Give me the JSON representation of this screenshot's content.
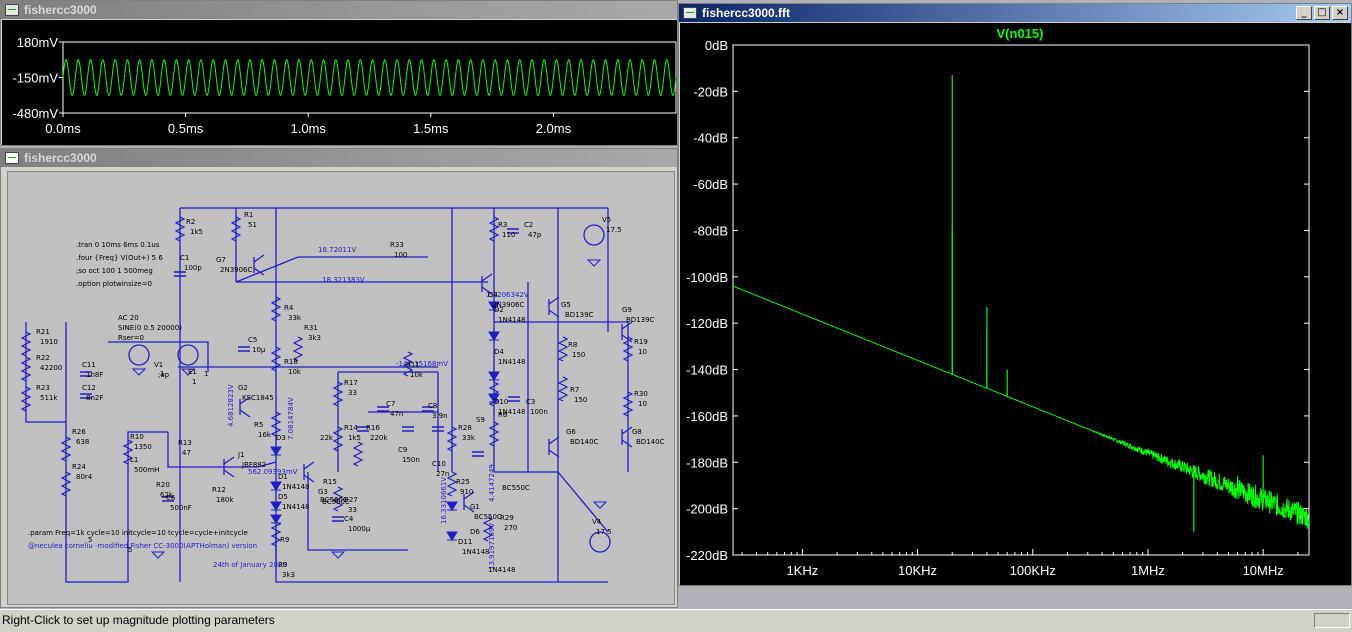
{
  "windows": {
    "waveform": {
      "title": "fishercc3000"
    },
    "schematic": {
      "title": "fishercc3000"
    },
    "fft": {
      "title": "fishercc3000.fft",
      "trace_label": "V(n015)"
    }
  },
  "waveform_axes": {
    "y_ticks": [
      "180mV",
      "-150mV",
      "-480mV"
    ],
    "x_ticks": [
      "0.0ms",
      "0.5ms",
      "1.0ms",
      "1.5ms",
      "2.0ms"
    ]
  },
  "fft_axes": {
    "y_ticks": [
      "0dB",
      "-20dB",
      "-40dB",
      "-60dB",
      "-80dB",
      "-100dB",
      "-120dB",
      "-140dB",
      "-160dB",
      "-180dB",
      "-200dB",
      "-220dB"
    ],
    "x_ticks": [
      "1KHz",
      "10KHz",
      "100KHz",
      "1MHz",
      "10MHz"
    ]
  },
  "chart_data": [
    {
      "type": "line",
      "series": [
        {
          "name": "",
          "frequency_hz": 20000,
          "amplitude_mv": 165,
          "offset_mv": -150
        }
      ],
      "x_range_ms": [
        0,
        2.5
      ],
      "ylim_mv": [
        -480,
        180
      ],
      "grid": false,
      "color": "#00ff00"
    },
    {
      "type": "line",
      "title": "V(n015)",
      "x_scale": "log",
      "x_range_hz": [
        250,
        25000000
      ],
      "ylim_db": [
        -220,
        0
      ],
      "noise_floor_db": [
        {
          "f": 250,
          "db": -104
        },
        {
          "f": 25000000,
          "db": -204
        }
      ],
      "peaks": [
        {
          "f": 20000,
          "db": -13
        },
        {
          "f": 20000,
          "db": -80
        },
        {
          "f": 40000,
          "db": -113
        },
        {
          "f": 40000,
          "db": -122
        },
        {
          "f": 60000,
          "db": -140
        },
        {
          "f": 2500000,
          "db": -210
        },
        {
          "f": 6000000,
          "db": -186
        },
        {
          "f": 10000000,
          "db": -177
        }
      ],
      "grid": false,
      "color": "#00ff00"
    }
  ],
  "schematic": {
    "directives": [
      ".tran 0 10ms 6ms 0.1us",
      ".four {Freq} V(Out+) 5 6",
      ";so oct 100 1 500meg",
      ".option plotwinsize=0"
    ],
    "param": ".param Freq=1k cycle=10 initcycle=10 tcycle=cycle+initcycle",
    "credit": "@neculea corneliu -modified Fisher CC-3000(APTHolman) version",
    "date": "24th of January 2020",
    "source": [
      "AC 20",
      "SINE(0 0.5 20000)",
      "Rser=0"
    ],
    "voltages": [
      "18.72011V",
      "18.321383V",
      "1.1206342V",
      "-141.15168mV",
      "4.6812823V",
      "7.0814784V",
      "562.09393mV",
      "16.3310661V",
      "4.4147249",
      "13.9197169V"
    ],
    "components": [
      {
        "ref": "R1",
        "val": "51"
      },
      {
        "ref": "R2",
        "val": "1k5"
      },
      {
        "ref": "C1",
        "val": "100p"
      },
      {
        "ref": "G7",
        "val": "2N3906C"
      },
      {
        "ref": "R33",
        "val": "100"
      },
      {
        "ref": "R3",
        "val": "110"
      },
      {
        "ref": "C2",
        "val": "47p"
      },
      {
        "ref": "V5",
        "val": "17.5"
      },
      {
        "ref": "R4",
        "val": "33k"
      },
      {
        "ref": "R21",
        "val": "1910"
      },
      {
        "ref": "R22",
        "val": "42200"
      },
      {
        "ref": "R23",
        "val": "511k"
      },
      {
        "ref": "C11",
        "val": "1n8F"
      },
      {
        "ref": "C12",
        "val": "8n2F"
      },
      {
        "ref": "C5",
        "val": "10µ"
      },
      {
        "ref": "R31",
        "val": "3k3"
      },
      {
        "ref": "R18",
        "val": "10k"
      },
      {
        "ref": "G2",
        "val": "KSC1845"
      },
      {
        "ref": "R26",
        "val": "638"
      },
      {
        "ref": "R24",
        "val": "80r4"
      },
      {
        "ref": "R10",
        "val": "1350"
      },
      {
        "ref": "L1",
        "val": "500mH"
      },
      {
        "ref": "R13",
        "val": "47"
      },
      {
        "ref": "J1",
        "val": "JBF882"
      },
      {
        "ref": "R20",
        "val": "62k"
      },
      {
        "ref": "C6",
        "val": "500nF"
      },
      {
        "ref": "R12",
        "val": "180k"
      },
      {
        "ref": "R5",
        "val": "16k"
      },
      {
        "ref": "R9",
        "val": "3k3"
      },
      {
        "ref": "R17",
        "val": "33"
      },
      {
        "ref": "R14",
        "val": "1k5"
      },
      {
        "ref": "R16",
        "val": "220k"
      },
      {
        "ref": "C7",
        "val": "47n"
      },
      {
        "ref": "C9",
        "val": "150n"
      },
      {
        "ref": "C10",
        "val": "27n"
      },
      {
        "ref": "C8",
        "val": "3.9n"
      },
      {
        "ref": "R11",
        "val": "10k"
      },
      {
        "ref": "G3",
        "val": "BC560C"
      },
      {
        "ref": "R27",
        "val": "33"
      },
      {
        "ref": "C4",
        "val": "1000µ"
      },
      {
        "ref": "R28",
        "val": "33k"
      },
      {
        "ref": "R25",
        "val": "910"
      },
      {
        "ref": "G1",
        "val": "BC550C"
      },
      {
        "ref": "R29",
        "val": "270"
      },
      {
        "ref": "G4",
        "val": "2N3906C"
      },
      {
        "ref": "G5",
        "val": "BD139C"
      },
      {
        "ref": "G9",
        "val": "BD139C"
      },
      {
        "ref": "R8",
        "val": "150"
      },
      {
        "ref": "R7",
        "val": "150"
      },
      {
        "ref": "C3",
        "val": "100n"
      },
      {
        "ref": "R19",
        "val": "10"
      },
      {
        "ref": "R30",
        "val": "10"
      },
      {
        "ref": "G6",
        "val": "BD140C"
      },
      {
        "ref": "G8",
        "val": "BD140C"
      },
      {
        "ref": "V4",
        "val": "17.5"
      },
      {
        "ref": "D2",
        "val": "1N4148"
      },
      {
        "ref": "D4",
        "val": "1N4148"
      },
      {
        "ref": "D10",
        "val": "1N4148"
      },
      {
        "ref": "D1",
        "val": "1N4148"
      },
      {
        "ref": "D5",
        "val": "1N4148"
      },
      {
        "ref": "D11",
        "val": "1N4148"
      },
      {
        "ref": "E1",
        "val": "1"
      },
      {
        "ref": "V1",
        "val": ";op"
      }
    ],
    "labels": [
      "R6",
      "R15",
      "R9",
      "D3",
      "D6",
      "S9",
      "22k",
      "1N4148",
      "BC550C",
      "BC560C",
      "5",
      "5",
      "1",
      "1"
    ]
  },
  "statusbar": {
    "text": "Right-Click to set up magnitude plotting parameters"
  }
}
